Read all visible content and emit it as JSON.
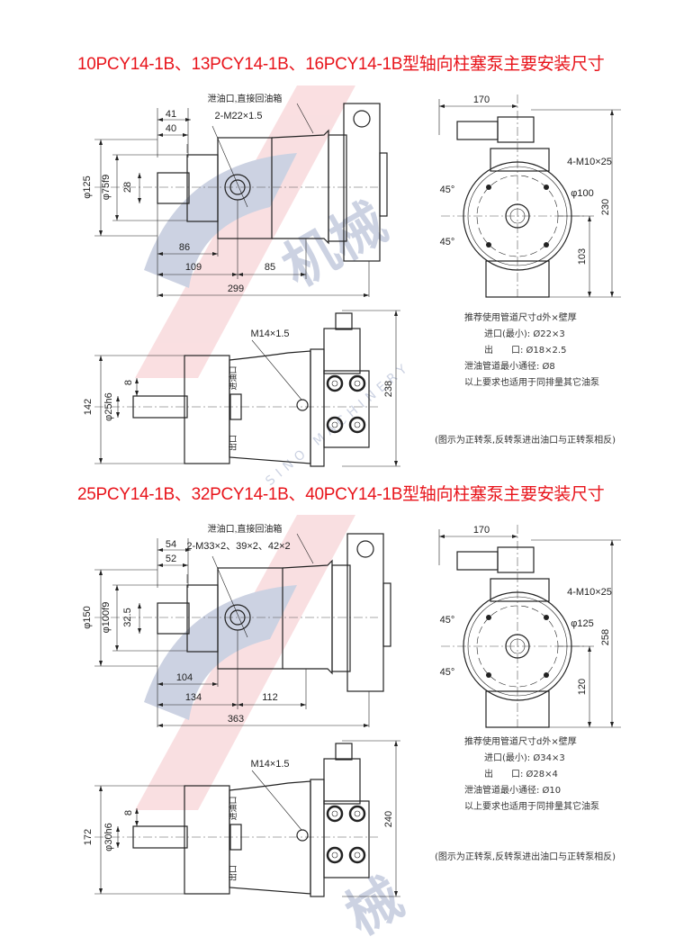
{
  "section1": {
    "title": "10PCY14-1B、13PCY14-1B、16PCY14-1B型轴向柱塞泵主要安装尺寸",
    "top_view": {
      "drain_label": "泄油口,直接回油箱",
      "drain_thread": "2-M22×1.5",
      "dim_41": "41",
      "dim_40": "40",
      "dia_body": "φ125",
      "dia_pilot": "φ75f9",
      "dim_key": "28",
      "dim_86": "86",
      "dim_109": "109",
      "dim_85": "85",
      "dim_total": "299"
    },
    "end_view": {
      "dim_width": "170",
      "bolts": "4-M10×25",
      "dia_bolt_circle": "φ100",
      "angle_upper": "45°",
      "angle_lower": "45°",
      "height": "230",
      "center_height": "103"
    },
    "side_view": {
      "port_thread": "M14×1.5",
      "dim_height": "142",
      "dia_shaft": "φ25h6",
      "dim_key": "8",
      "dim_total_height": "238",
      "inlet": "进油口",
      "outlet": "出口"
    },
    "notes": {
      "heading": "推荐使用管道尺寸d外×壁厚",
      "inlet": "进口(最小): Ø22×3",
      "outlet": "出　　口: Ø18×2.5",
      "drain": "泄油管道最小通径: Ø8",
      "applies": "以上要求也适用于同排量其它油泵",
      "caption": "(图示为正转泵,反转泵进出油口与正转泵相反)"
    }
  },
  "section2": {
    "title": "25PCY14-1B、32PCY14-1B、40PCY14-1B型轴向柱塞泵主要安装尺寸",
    "top_view": {
      "drain_label": "泄油口,直接回油箱",
      "drain_thread": "2-M33×2、39×2、42×2",
      "dim_41": "54",
      "dim_40": "52",
      "dia_body": "φ150",
      "dia_pilot": "φ100f9",
      "dim_key": "32.5",
      "dim_86": "104",
      "dim_109": "134",
      "dim_85": "112",
      "dim_total": "363"
    },
    "end_view": {
      "dim_width": "170",
      "bolts": "4-M10×25",
      "dia_bolt_circle": "φ125",
      "angle_upper": "45°",
      "angle_lower": "45°",
      "height": "258",
      "center_height": "120"
    },
    "side_view": {
      "port_thread": "M14×1.5",
      "dim_height": "172",
      "dia_shaft": "φ30h6",
      "dim_key": "8",
      "dim_total_height": "240",
      "inlet": "进油口",
      "outlet": "出口"
    },
    "notes": {
      "heading": "推荐使用管道尺寸d外×壁厚",
      "inlet": "进口(最小): Ø34×3",
      "outlet": "出　　口: Ø28×4",
      "drain": "泄油管道最小通径: Ø10",
      "applies": "以上要求也适用于同排量其它油泵",
      "caption": "(图示为正转泵,反转泵进出油口与正转泵相反)"
    }
  },
  "watermark": {
    "cn": "机械",
    "en": "SINO MACHINERY"
  },
  "colors": {
    "title": "#e8141b",
    "line": "#222222",
    "watermark_blue": "#8f9dc0",
    "watermark_red": "#f3b9bd"
  }
}
